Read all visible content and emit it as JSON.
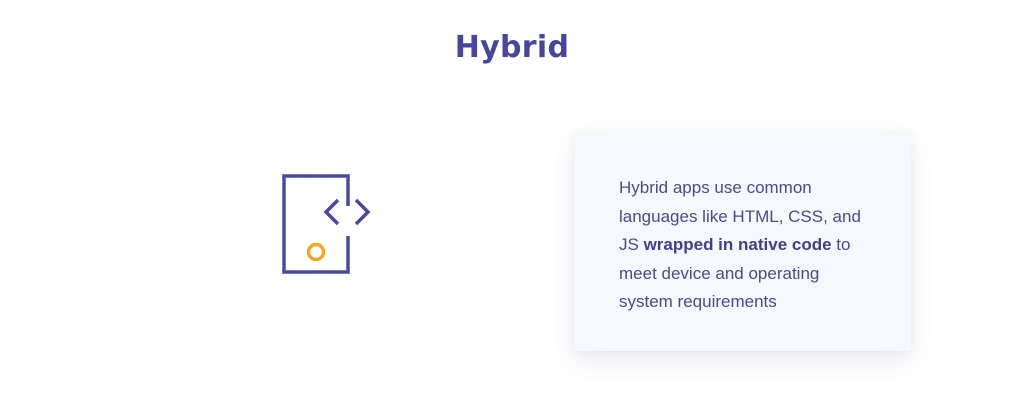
{
  "heading": {
    "title": "Hybrid"
  },
  "icon": {
    "name": "hybrid-app-icon",
    "frame_color": "#4a4a9c",
    "dot_color": "#f5a623"
  },
  "card": {
    "text_before": "Hybrid apps use common languages like HTML, CSS, and JS ",
    "text_bold": "wrapped in native code",
    "text_after": " to meet device and operating system requirements"
  }
}
